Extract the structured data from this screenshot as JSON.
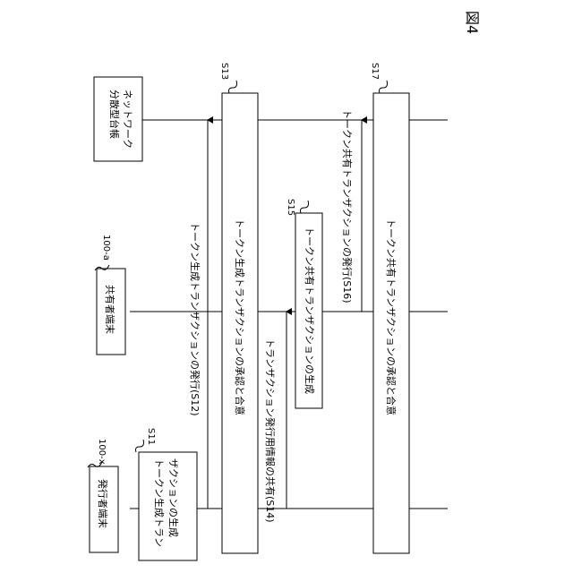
{
  "figure_label": "図4",
  "lifelines": [
    {
      "id": "issuer",
      "label": "発行者端末",
      "ref": "100-x"
    },
    {
      "id": "sharer",
      "label": "共有者端末",
      "ref": "100-a"
    },
    {
      "id": "network",
      "label_lines": [
        "分散型台帳",
        "ネットワーク"
      ]
    }
  ],
  "steps": {
    "s11": {
      "ref": "S11",
      "label_lines": [
        "トークン生成トラン",
        "ザクションの生成"
      ]
    },
    "s12": {
      "label": "トークン生成トランザクションの発行(S12)"
    },
    "s13": {
      "ref": "S13",
      "label": "トークン生成トランザクションの承認と合意"
    },
    "s14": {
      "label": "トランザクション発行用情報の共有(S14)"
    },
    "s15": {
      "ref": "S15",
      "label": "トークン共有トランザクションの生成"
    },
    "s16": {
      "label": "トークン共有トランザクションの発行(S16)"
    },
    "s17": {
      "ref": "S17",
      "label": "トークン共有トランザクションの承認と合意"
    }
  }
}
